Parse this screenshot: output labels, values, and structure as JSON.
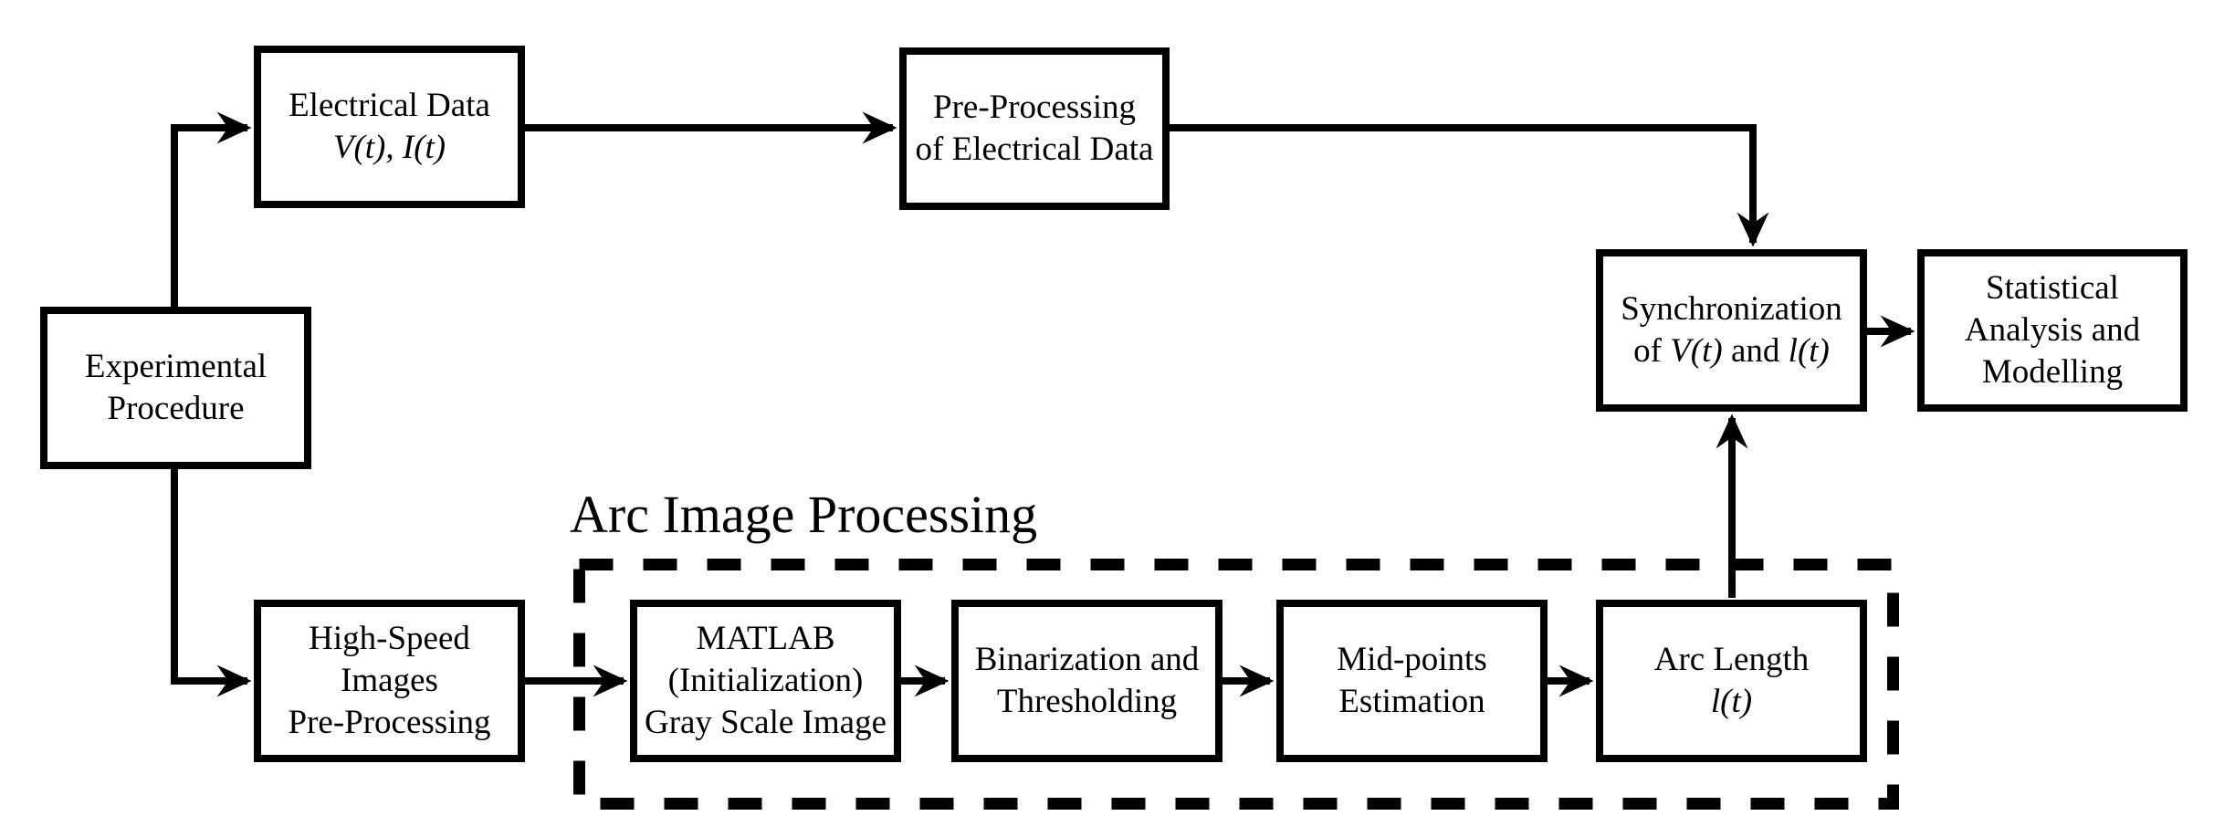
{
  "diagram": {
    "title": "Arc Image Processing",
    "colors": {
      "line": "#000000",
      "background": "#ffffff",
      "box_fill": "#ffffff",
      "text": "#000000"
    },
    "boxes": {
      "experimental_procedure": {
        "line1": "Experimental",
        "line2": "Procedure"
      },
      "electrical_data": {
        "line1": "Electrical Data",
        "line2_italic": "V(t), I(t)"
      },
      "pre_processing_electrical": {
        "line1": "Pre-Processing",
        "line2": "of Electrical Data"
      },
      "synchronization": {
        "line1": "Synchronization",
        "line2_parts": {
          "p1": "of ",
          "v": "V(t)",
          "p2": " and ",
          "l": "l(t)"
        }
      },
      "statistical_analysis": {
        "line1": "Statistical",
        "line2": "Analysis and",
        "line3": "Modelling"
      },
      "high_speed_images": {
        "line1": "High-Speed",
        "line2": "Images",
        "line3": "Pre-Processing"
      },
      "matlab_grayscale": {
        "line1": "MATLAB",
        "line2": "(Initialization)",
        "line3": "Gray Scale Image"
      },
      "binarization": {
        "line1": "Binarization and",
        "line2": "Thresholding"
      },
      "midpoints": {
        "line1": "Mid-points",
        "line2": "Estimation"
      },
      "arc_length": {
        "line1": "Arc Length",
        "line2_italic": "l(t)"
      }
    }
  }
}
